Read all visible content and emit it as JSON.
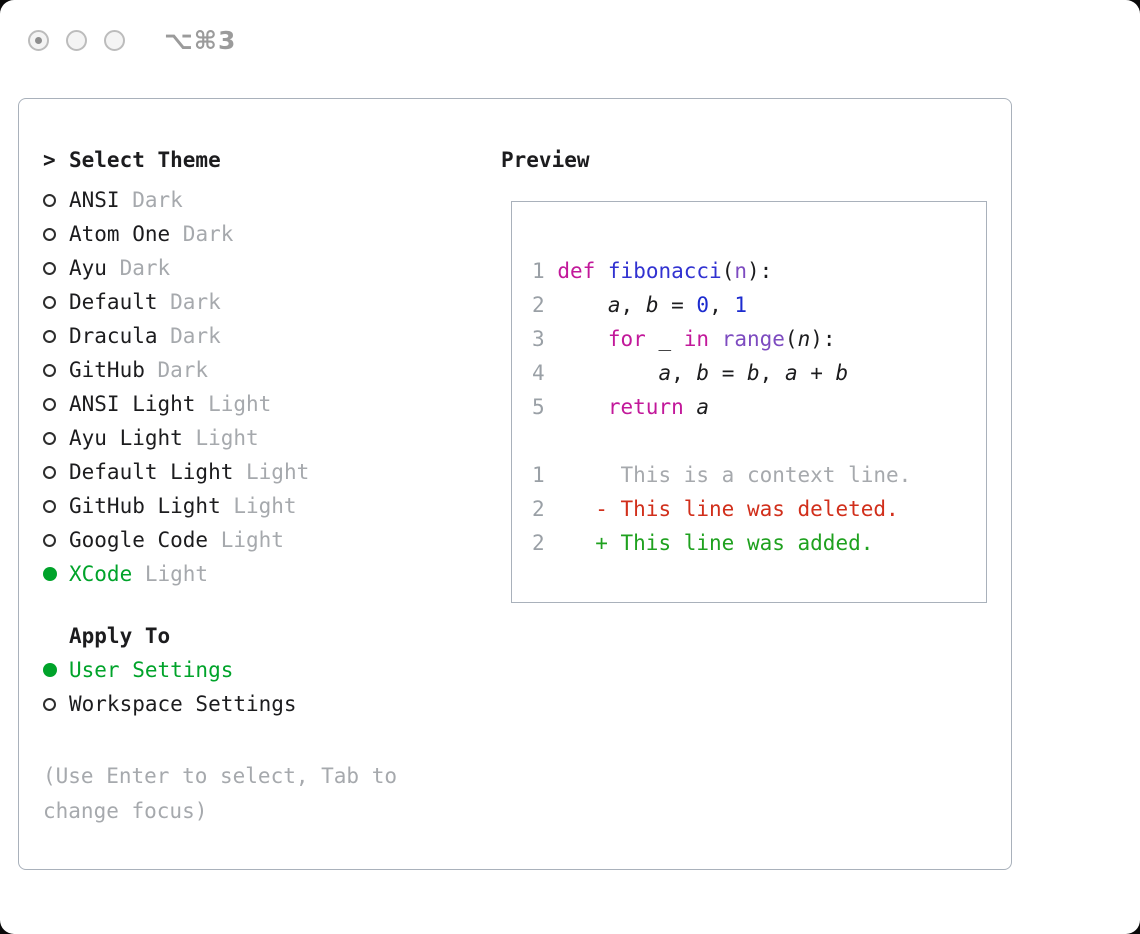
{
  "window": {
    "shortcut": "⌥⌘3"
  },
  "colors": {
    "green": "#00a32a",
    "muted": "#a6a9ad",
    "text": "#1c1c1e",
    "border": "#a9b1bb",
    "keyword": "#c2189a",
    "function": "#3132d1",
    "number": "#1c2bcf",
    "library": "#7d4bc0",
    "param": "#7d4bc0",
    "context": "#a6a9ad",
    "deleted": "#d12f1b",
    "added": "#1fa11f"
  },
  "theme_picker": {
    "pointer": ">",
    "title": "Select Theme",
    "items": [
      {
        "name": "ANSI",
        "variant": "Dark",
        "selected": false
      },
      {
        "name": "Atom One",
        "variant": "Dark",
        "selected": false
      },
      {
        "name": "Ayu",
        "variant": "Dark",
        "selected": false
      },
      {
        "name": "Default",
        "variant": "Dark",
        "selected": false
      },
      {
        "name": "Dracula",
        "variant": "Dark",
        "selected": false
      },
      {
        "name": "GitHub",
        "variant": "Dark",
        "selected": false
      },
      {
        "name": "ANSI Light",
        "variant": "Light",
        "selected": false
      },
      {
        "name": "Ayu Light",
        "variant": "Light",
        "selected": false
      },
      {
        "name": "Default Light",
        "variant": "Light",
        "selected": false
      },
      {
        "name": "GitHub Light",
        "variant": "Light",
        "selected": false
      },
      {
        "name": "Google Code",
        "variant": "Light",
        "selected": false
      },
      {
        "name": "XCode",
        "variant": "Light",
        "selected": true
      }
    ],
    "apply_to": {
      "title": "Apply To",
      "options": [
        {
          "label": "User Settings",
          "selected": true
        },
        {
          "label": "Workspace Settings",
          "selected": false
        }
      ]
    },
    "help": "(Use Enter to select, Tab to change focus)"
  },
  "preview": {
    "title": "Preview",
    "code_lines": [
      {
        "num": "1",
        "segments": [
          {
            "t": " ",
            "c": "pl"
          },
          {
            "t": "def",
            "c": "kw"
          },
          {
            "t": " ",
            "c": "pl"
          },
          {
            "t": "fibonacci",
            "c": "fn"
          },
          {
            "t": "(",
            "c": "pl"
          },
          {
            "t": "n",
            "c": "prm"
          },
          {
            "t": "):",
            "c": "pl"
          }
        ]
      },
      {
        "num": "2",
        "segments": [
          {
            "t": "     ",
            "c": "pl"
          },
          {
            "t": "a",
            "c": "var"
          },
          {
            "t": ", ",
            "c": "pl"
          },
          {
            "t": "b",
            "c": "var"
          },
          {
            "t": " = ",
            "c": "pl"
          },
          {
            "t": "0",
            "c": "num"
          },
          {
            "t": ", ",
            "c": "pl"
          },
          {
            "t": "1",
            "c": "num"
          }
        ]
      },
      {
        "num": "3",
        "segments": [
          {
            "t": "     ",
            "c": "pl"
          },
          {
            "t": "for",
            "c": "kw"
          },
          {
            "t": " _ ",
            "c": "pl"
          },
          {
            "t": "in",
            "c": "kw"
          },
          {
            "t": " ",
            "c": "pl"
          },
          {
            "t": "range",
            "c": "lib"
          },
          {
            "t": "(",
            "c": "pl"
          },
          {
            "t": "n",
            "c": "var"
          },
          {
            "t": "):",
            "c": "pl"
          }
        ]
      },
      {
        "num": "4",
        "segments": [
          {
            "t": "         ",
            "c": "pl"
          },
          {
            "t": "a",
            "c": "var"
          },
          {
            "t": ", ",
            "c": "pl"
          },
          {
            "t": "b",
            "c": "var"
          },
          {
            "t": " = ",
            "c": "pl"
          },
          {
            "t": "b",
            "c": "var"
          },
          {
            "t": ", ",
            "c": "pl"
          },
          {
            "t": "a",
            "c": "var"
          },
          {
            "t": " + ",
            "c": "pl"
          },
          {
            "t": "b",
            "c": "var"
          }
        ]
      },
      {
        "num": "5",
        "segments": [
          {
            "t": "     ",
            "c": "pl"
          },
          {
            "t": "return",
            "c": "kw"
          },
          {
            "t": " ",
            "c": "pl"
          },
          {
            "t": "a",
            "c": "var"
          }
        ]
      }
    ],
    "diff_lines": [
      {
        "num": "1",
        "segments": [
          {
            "t": "      This is a context line.",
            "c": "ctx"
          }
        ]
      },
      {
        "num": "2",
        "segments": [
          {
            "t": "    ",
            "c": "pl"
          },
          {
            "t": "- This line was deleted.",
            "c": "del"
          }
        ]
      },
      {
        "num": "2",
        "segments": [
          {
            "t": "    ",
            "c": "pl"
          },
          {
            "t": "+ This line was added.",
            "c": "add"
          }
        ]
      }
    ]
  }
}
